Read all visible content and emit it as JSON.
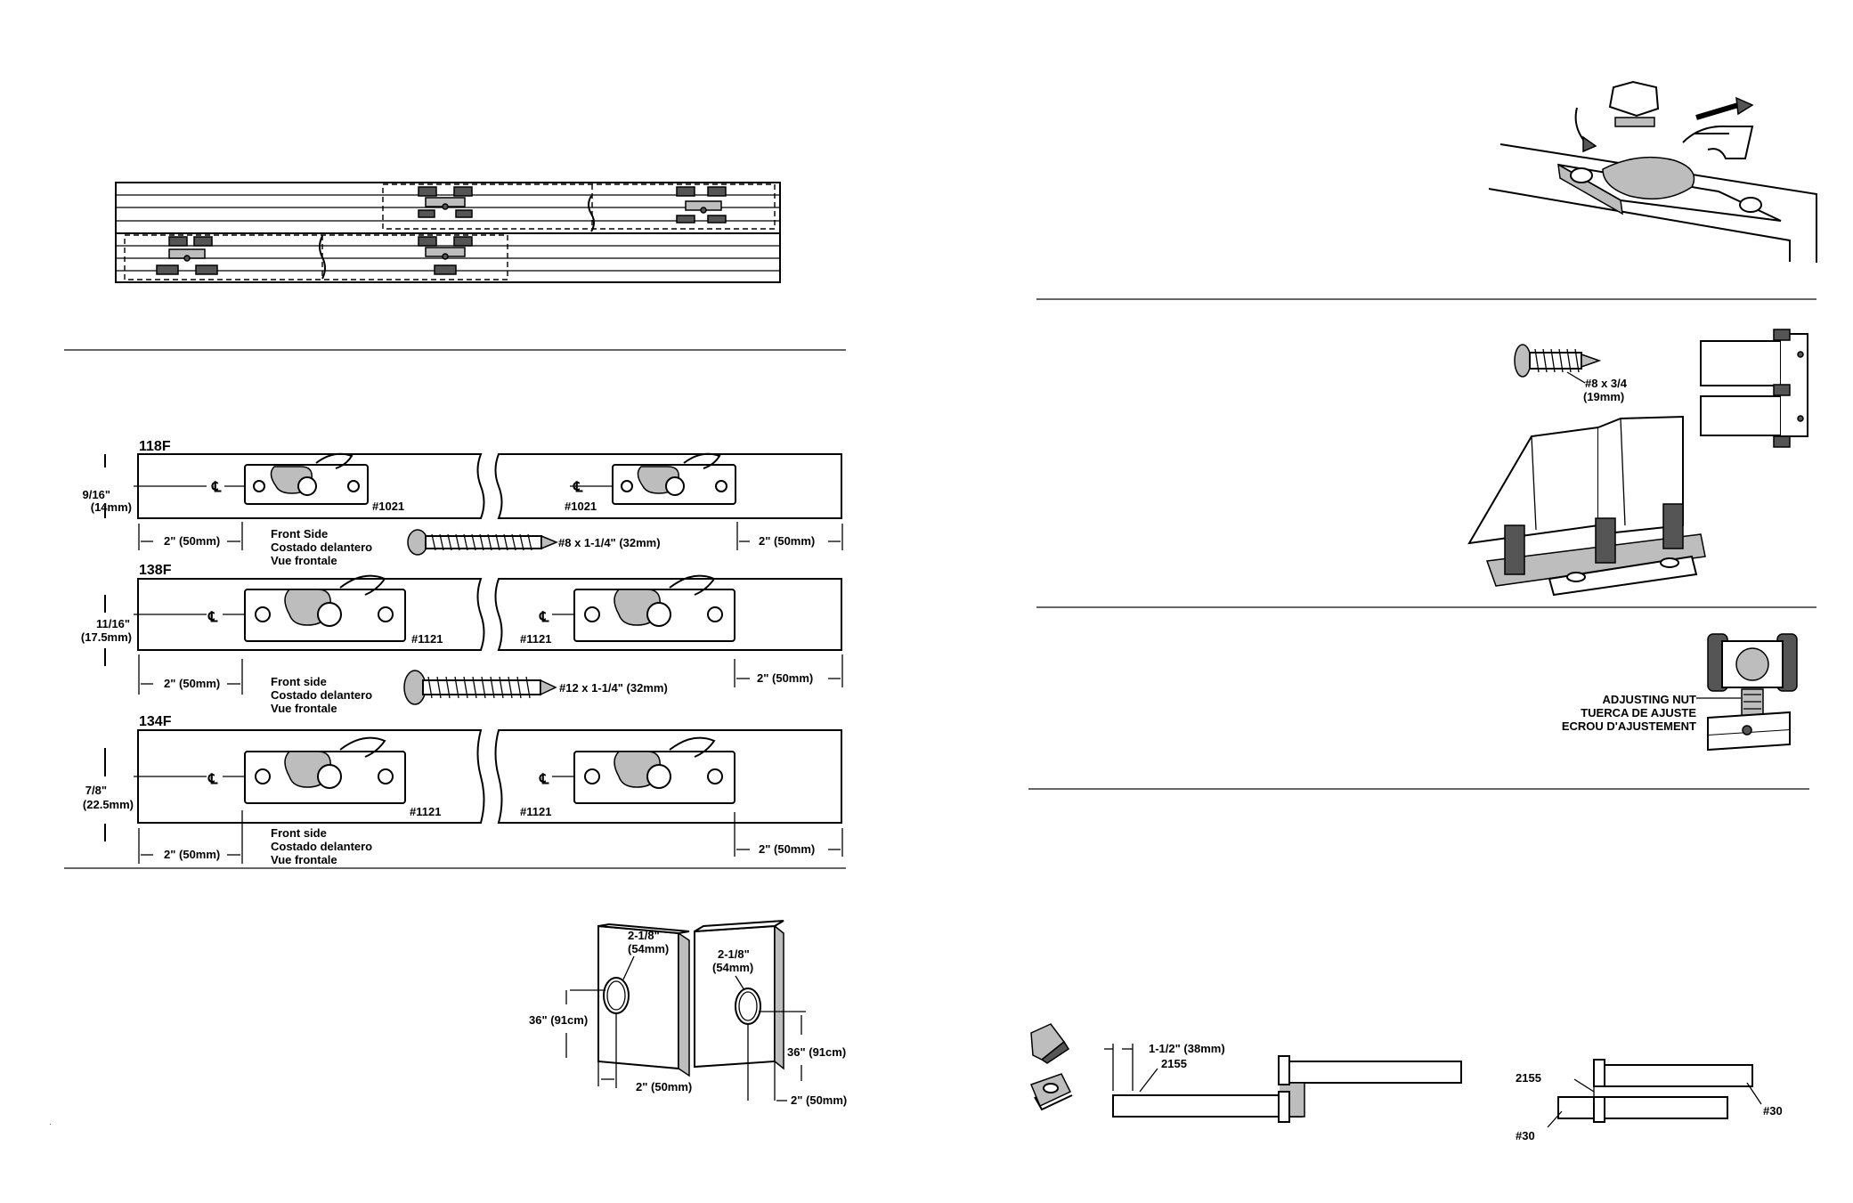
{
  "strips": [
    {
      "model": "118F",
      "offset": "9/16\"",
      "offset_mm": "(14mm)",
      "left_part": "#1021",
      "right_part": "#1021",
      "side_lines": [
        "Front Side",
        "Costado delantero",
        "Vue frontale"
      ],
      "screw": "#8 x 1-1/4\" (32mm)",
      "left_dim": "2\" (50mm)",
      "right_dim": "2\" (50mm)"
    },
    {
      "model": "138F",
      "offset": "11/16\"",
      "offset_mm": "(17.5mm)",
      "left_part": "#1121",
      "right_part": "#1121",
      "side_lines": [
        "Front side",
        "Costado delantero",
        "Vue frontale"
      ],
      "screw": "#12 x 1-1/4\" (32mm)",
      "left_dim": "2\" (50mm)",
      "right_dim": "2\" (50mm)"
    },
    {
      "model": "134F",
      "offset": "7/8\"",
      "offset_mm": "(22.5mm)",
      "left_part": "#1121",
      "right_part": "#1121",
      "side_lines": [
        "Front side",
        "Costado delantero",
        "Vue frontale"
      ],
      "left_dim": "2\" (50mm)",
      "right_dim": "2\" (50mm)"
    }
  ],
  "centerline_symbol": "℄",
  "knob_holes": {
    "hole_left": [
      "2-1/8\"",
      "(54mm)"
    ],
    "hole_right": [
      "2-1/8\"",
      "(54mm)"
    ],
    "height_left": "36\" (91cm)",
    "height_right": "36\" (91cm)",
    "edge_left": "2\" (50mm)",
    "edge_right": "2\" (50mm)"
  },
  "guide_screw": [
    "#8 x 3/4",
    "(19mm)"
  ],
  "adjusting_nut": [
    "ADJUSTING NUT",
    "TUERCA DE AJUSTE",
    "ECROU D'AJUSTEMENT"
  ],
  "bottom_guide": {
    "overlap": "1-1/2\" (38mm)",
    "part_a": "2155",
    "part_b": "2155",
    "part_c": "#30",
    "part_d": "#30"
  }
}
